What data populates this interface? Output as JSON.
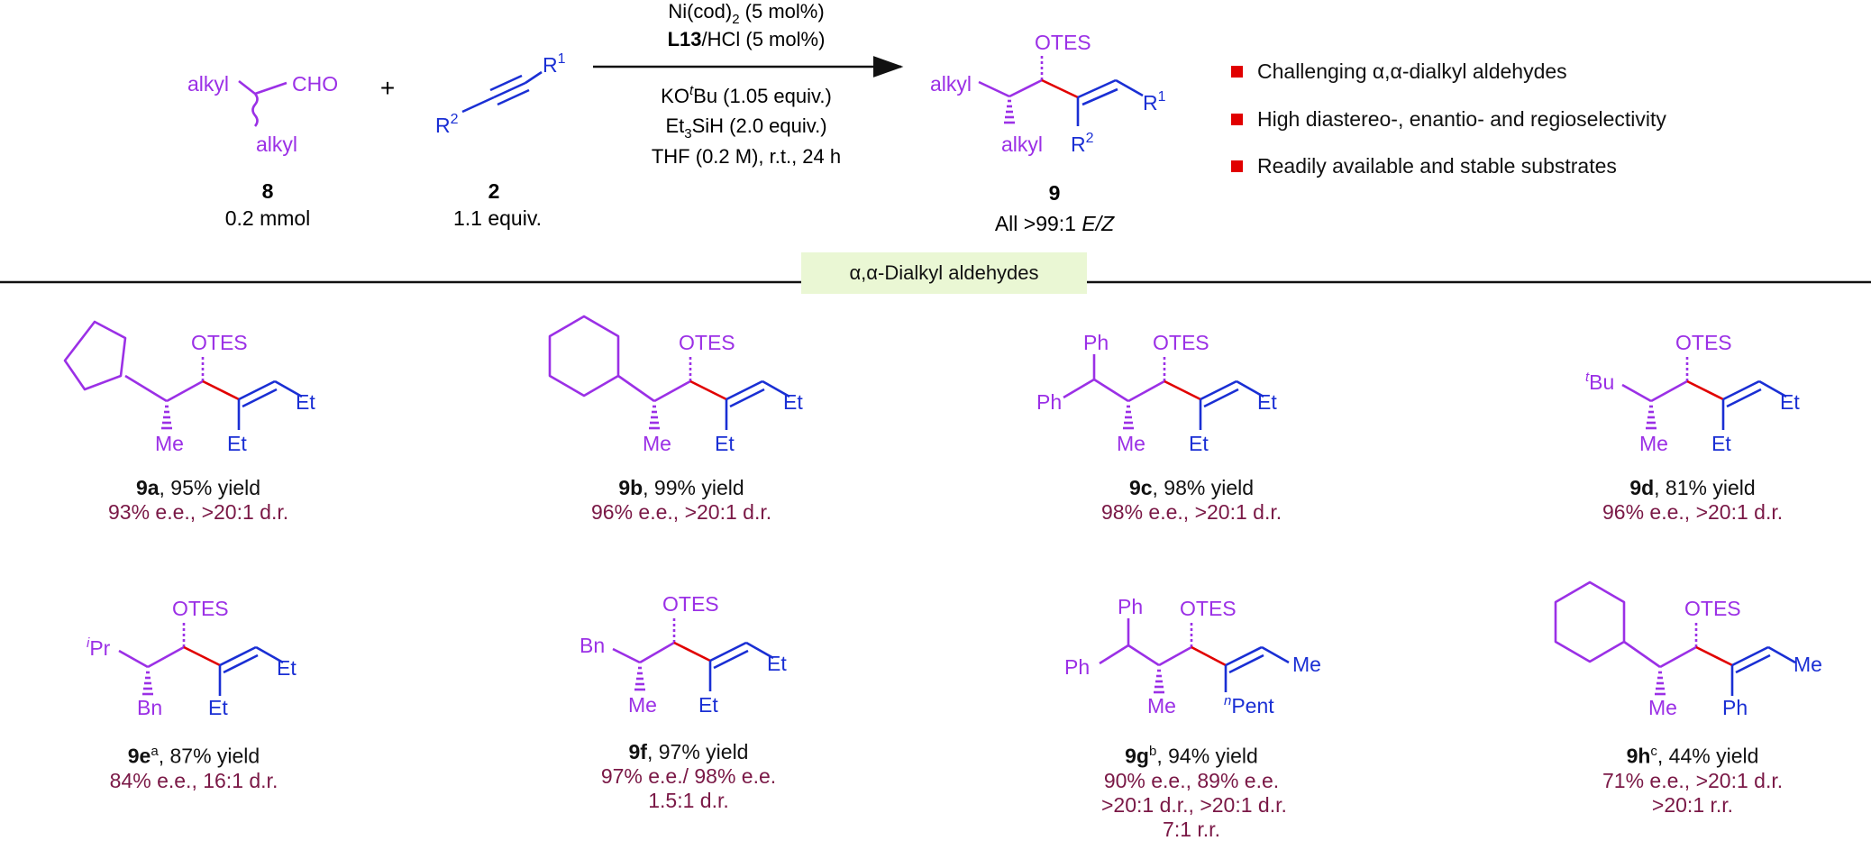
{
  "reaction": {
    "aldehyde": {
      "top_alkyl": "alkyl",
      "group": "CHO",
      "bottom_alkyl": "alkyl",
      "id": "8",
      "amount": "0.2 mmol"
    },
    "plus": "+",
    "alkyne": {
      "r1": "R",
      "r1_sup": "1",
      "r2": "R",
      "r2_sup": "2",
      "id": "2",
      "amount": "1.1 equiv."
    },
    "conditions": {
      "line1_a": "Ni(cod)",
      "line1_sub": "2",
      "line1_b": " (5 mol%)",
      "line2_bold": "L13",
      "line2_rest": "/HCl (5 mol%)",
      "line3_a": "KO",
      "line3_sup": "t",
      "line3_b": "Bu (1.05 equiv.)",
      "line4_a": "Et",
      "line4_sub": "3",
      "line4_b": "SiH (2.0 equiv.)",
      "line5": "THF (0.2 M), r.t., 24 h"
    },
    "product": {
      "otes": "OTES",
      "alkyl_top": "alkyl",
      "alkyl_bottom": "alkyl",
      "r1": "R",
      "r1_sup": "1",
      "r2": "R",
      "r2_sup": "2",
      "id": "9",
      "ratio_a": "All >99:1 ",
      "ratio_b": "E/Z"
    }
  },
  "features": [
    "Challenging α,α-dialkyl aldehydes",
    "High diastereo-, enantio- and regioselectivity",
    "Readily available and stable substrates"
  ],
  "section_title": "α,α-Dialkyl aldehydes",
  "colors": {
    "purple": "#9b30e6",
    "red": "#e10000",
    "blue": "#1a2fd4",
    "selectivity": "#7a1846",
    "banner": "#eaf7d4"
  },
  "compounds": [
    {
      "id": "9a",
      "sup": "",
      "yield": ", 95% yield",
      "sel": [
        "93% e.e., >20:1 d.r."
      ],
      "otes": "OTES",
      "me": "Me",
      "et": "Et",
      "tail": "Et"
    },
    {
      "id": "9b",
      "sup": "",
      "yield": ", 99% yield",
      "sel": [
        "96% e.e., >20:1 d.r."
      ],
      "otes": "OTES",
      "me": "Me",
      "et": "Et",
      "tail": "Et"
    },
    {
      "id": "9c",
      "sup": "",
      "yield": ", 98% yield",
      "sel": [
        "98% e.e., >20:1 d.r."
      ],
      "otes": "OTES",
      "me": "Me",
      "et": "Et",
      "tail": "Et",
      "ph1": "Ph",
      "ph2": "Ph"
    },
    {
      "id": "9d",
      "sup": "",
      "yield": ", 81% yield",
      "sel": [
        "96% e.e., >20:1 d.r."
      ],
      "otes": "OTES",
      "me": "Me",
      "et": "Et",
      "tail": "Et",
      "tbu_sup": "t",
      "tbu": "Bu"
    },
    {
      "id": "9e",
      "sup": "a",
      "yield": ", 87% yield",
      "sel": [
        "84% e.e., 16:1 d.r."
      ],
      "otes": "OTES",
      "bn": "Bn",
      "et": "Et",
      "tail": "Et",
      "ipr_sup": "i",
      "ipr": "Pr"
    },
    {
      "id": "9f",
      "sup": "",
      "yield": ", 97% yield",
      "sel": [
        "97% e.e./ 98% e.e.",
        "1.5:1 d.r."
      ],
      "otes": "OTES",
      "me": "Me",
      "et": "Et",
      "tail": "Et",
      "bn": "Bn"
    },
    {
      "id": "9g",
      "sup": "b",
      "yield": ", 94% yield",
      "sel": [
        "90% e.e., 89% e.e.",
        ">20:1 d.r., >20:1 d.r.",
        "7:1 r.r."
      ],
      "otes": "OTES",
      "me": "Me",
      "tail": "Me",
      "ph1": "Ph",
      "ph2": "Ph",
      "pent_sup": "n",
      "pent": "Pent"
    },
    {
      "id": "9h",
      "sup": "c",
      "yield": ", 44% yield",
      "sel": [
        "71% e.e., >20:1 d.r.",
        ">20:1 r.r."
      ],
      "otes": "OTES",
      "me": "Me",
      "ph": "Ph",
      "tail": "Me"
    }
  ]
}
